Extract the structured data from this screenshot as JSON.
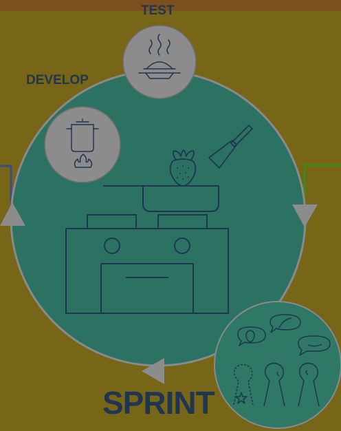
{
  "labels": {
    "test": "TEST",
    "develop": "DEVELOP",
    "sprint": "SPRINT"
  },
  "colors": {
    "background": "#776518",
    "top_band": "#7d4f1e",
    "main_circle": "#2c7263",
    "circle_stroke": "#8a8a8a",
    "small_circle_fill": "#8c8c8c",
    "people_circle": "#2f7865",
    "line_art": "#1f3550",
    "left_connector": "#3a4c8a",
    "right_connector": "#3d8a1e",
    "arrow": "#8c8c8c"
  },
  "icons": [
    "steaming-pie-icon",
    "pot-on-flame-icon",
    "strawberry-icon",
    "spatula-icon",
    "stove-with-pan-icon",
    "speech-bubbles-icon",
    "people-icon"
  ]
}
